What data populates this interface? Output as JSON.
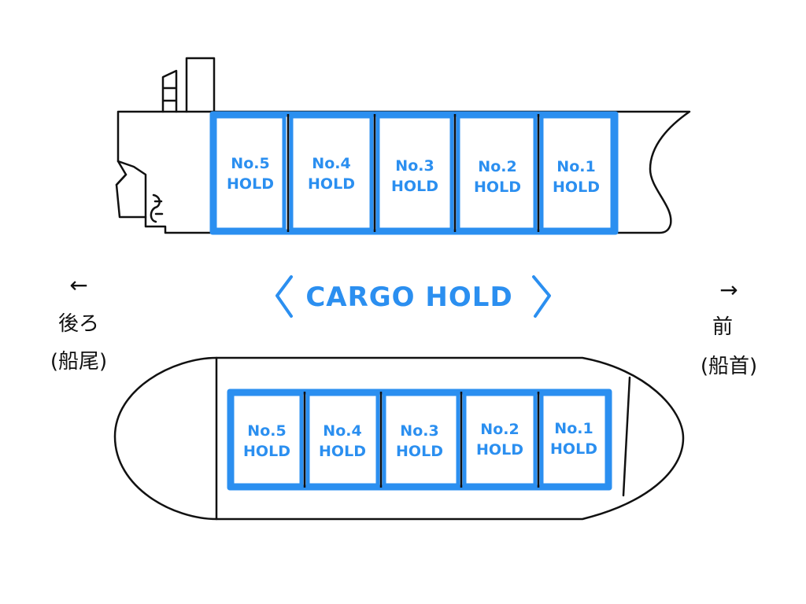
{
  "title": "CARGO HOLD",
  "side_view": {
    "holds": [
      {
        "line1": "No.5",
        "line2": "HOLD"
      },
      {
        "line1": "No.4",
        "line2": "HOLD"
      },
      {
        "line1": "No.3",
        "line2": "HOLD"
      },
      {
        "line1": "No.2",
        "line2": "HOLD"
      },
      {
        "line1": "No.1",
        "line2": "HOLD"
      }
    ]
  },
  "top_view": {
    "holds": [
      {
        "line1": "No.5",
        "line2": "HOLD"
      },
      {
        "line1": "No.4",
        "line2": "HOLD"
      },
      {
        "line1": "No.3",
        "line2": "HOLD"
      },
      {
        "line1": "No.2",
        "line2": "HOLD"
      },
      {
        "line1": "No.1",
        "line2": "HOLD"
      }
    ]
  },
  "directions": {
    "aft": {
      "arrow": "←",
      "label": "後ろ",
      "sub": "(船尾)"
    },
    "fore": {
      "arrow": "→",
      "label": "前",
      "sub": "(船首)"
    }
  },
  "colors": {
    "accent": "#2b8ff0",
    "outline": "#111111"
  }
}
